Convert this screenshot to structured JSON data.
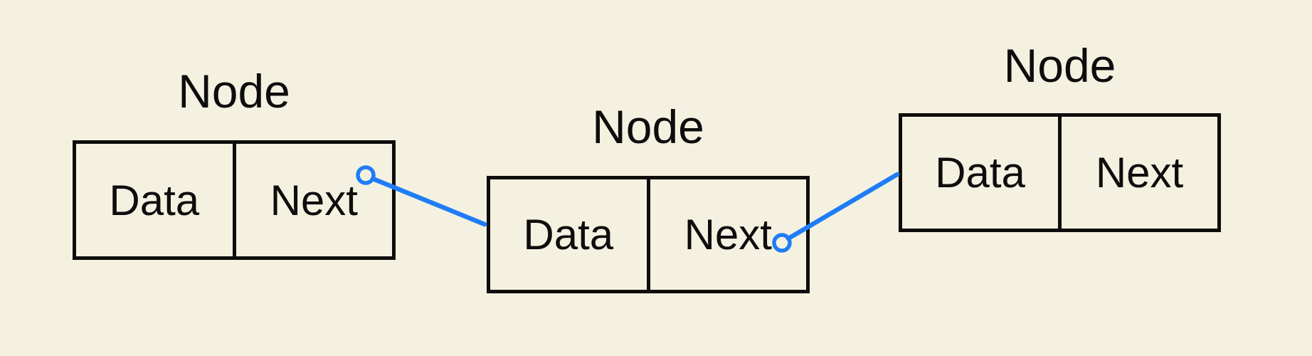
{
  "diagram": {
    "type": "linked-list",
    "nodes": [
      {
        "title": "Node",
        "cells": [
          {
            "label": "Data"
          },
          {
            "label": "Next"
          }
        ]
      },
      {
        "title": "Node",
        "cells": [
          {
            "label": "Data"
          },
          {
            "label": "Next"
          }
        ]
      },
      {
        "title": "Node",
        "cells": [
          {
            "label": "Data"
          },
          {
            "label": "Next"
          }
        ]
      }
    ],
    "connectors": [
      {
        "from": "node-1-next",
        "to": "node-2",
        "endpoint": "loop-circle"
      },
      {
        "from": "node-2-next",
        "to": "node-3",
        "endpoint": "loop-circle"
      }
    ],
    "colors": {
      "background": "#f5f1e1",
      "box_border": "#0d0d0d",
      "text": "#0d0d0d",
      "connector_blue": "#1e7df6"
    }
  }
}
